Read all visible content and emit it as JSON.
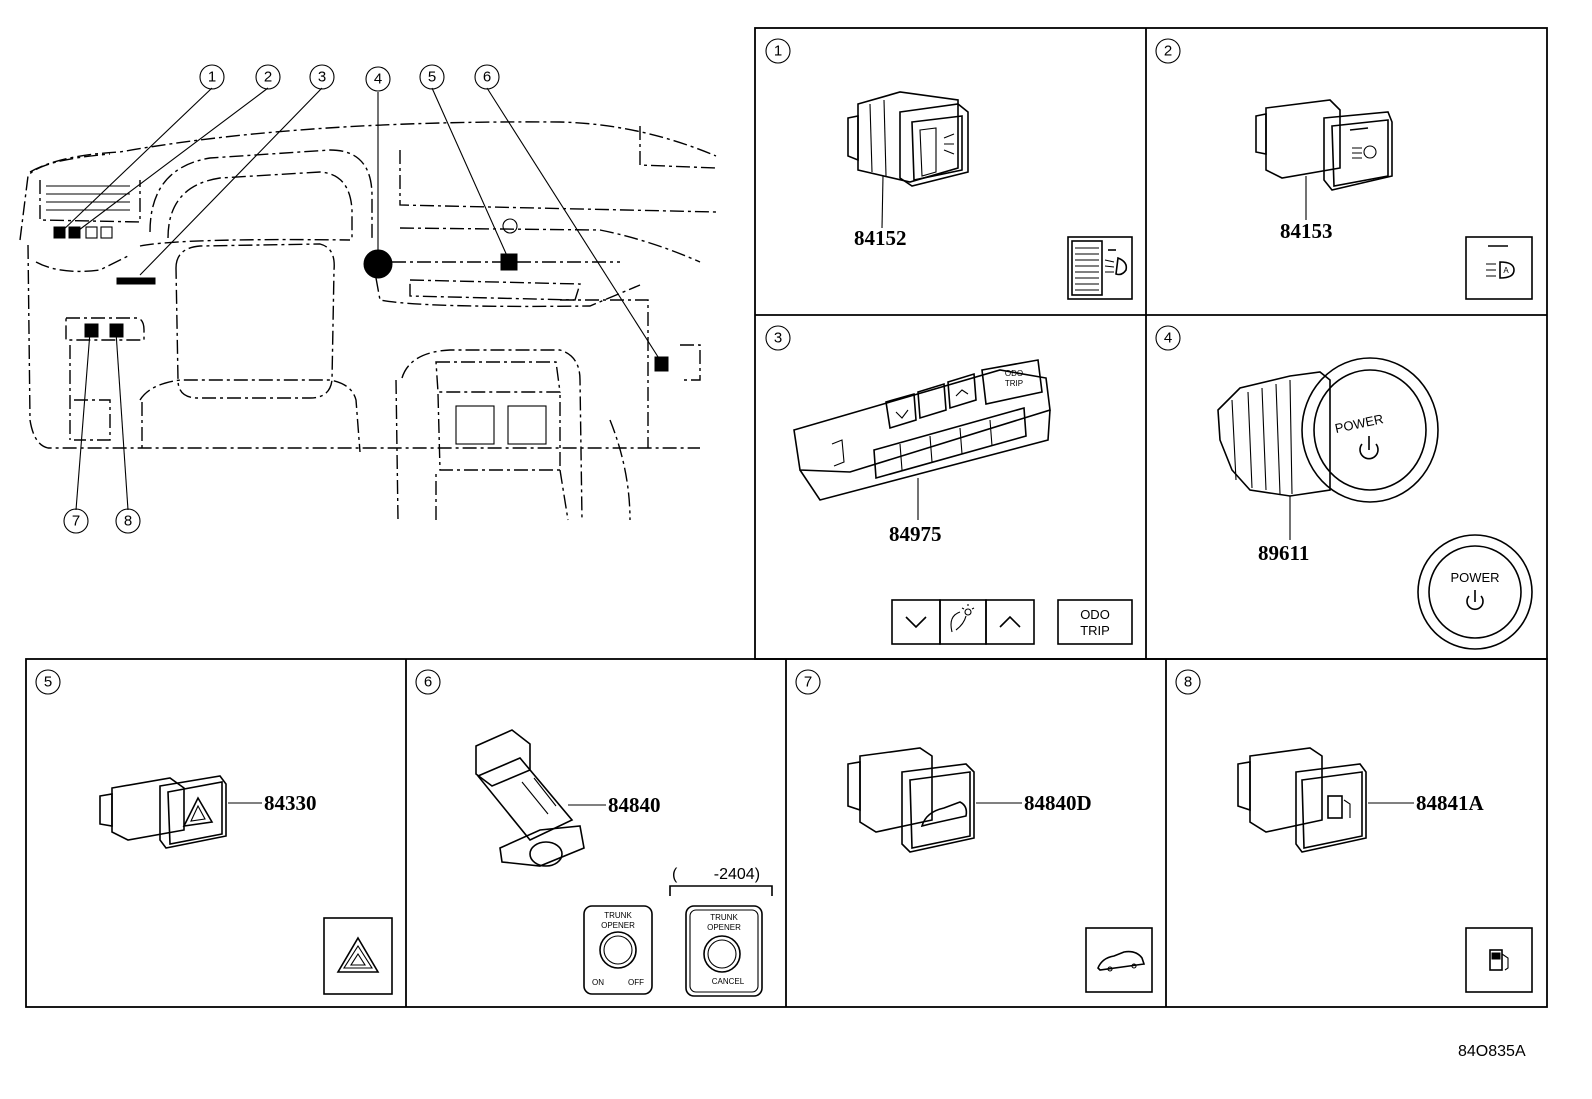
{
  "overview": {
    "callouts": [
      "1",
      "2",
      "3",
      "4",
      "5",
      "6",
      "7",
      "8"
    ]
  },
  "panels": [
    {
      "index": "1",
      "part_number": "84152"
    },
    {
      "index": "2",
      "part_number": "84153"
    },
    {
      "index": "3",
      "part_number": "84975",
      "button_labels": {
        "odo_line1": "ODO",
        "odo_line2": "TRIP"
      }
    },
    {
      "index": "4",
      "part_number": "89611",
      "button_label": "POWER"
    },
    {
      "index": "5",
      "part_number": "84330"
    },
    {
      "index": "6",
      "part_number": "84840",
      "date_range": "(　　 -2404)",
      "knob_label_line1": "TRUNK",
      "knob_label_line2": "OPENER",
      "on_label": "ON",
      "off_label": "OFF",
      "cancel_label": "CANCEL"
    },
    {
      "index": "7",
      "part_number": "84840D"
    },
    {
      "index": "8",
      "part_number": "84841A"
    }
  ],
  "diagram_code": "84O835A"
}
